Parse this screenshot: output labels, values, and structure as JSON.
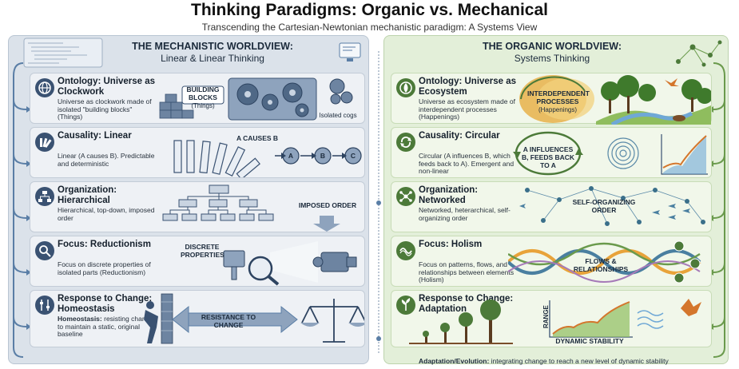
{
  "title": "Thinking Paradigms: Organic vs. Mechanical",
  "subtitle": "Transcending the Cartesian-Newtonian mechanistic paradigm: A Systems View",
  "mechanistic": {
    "heading": "THE MECHANISTIC WORLDVIEW:",
    "subheading": "Linear & Linear Thinking",
    "rows": [
      {
        "title": "Ontology: Universe as Clockwork",
        "desc": "Universe as clockwork made of isolated \"building blocks\" (Things)",
        "labels": {
          "blocks": "BUILDING BLOCKS",
          "things": "(Things)",
          "cogs": "Isolated cogs"
        }
      },
      {
        "title": "Causality: Linear",
        "desc": "Linear (A causes B). Predictable and deterministic",
        "labels": {
          "acausesb": "A CAUSES B",
          "a": "A",
          "b": "B",
          "c": "C"
        }
      },
      {
        "title": "Organization: Hierarchical",
        "desc": "Hierarchical, top-down, imposed order",
        "labels": {
          "imposed": "IMPOSED ORDER"
        }
      },
      {
        "title": "Focus: Reductionism",
        "desc": "Focus on discrete properties of isolated parts (Reductionism)",
        "labels": {
          "discrete": "DISCRETE PROPERTIES"
        }
      },
      {
        "title": "Response to Change: Homeostasis",
        "desc_bold": "Homeostasis:",
        "desc": " resisting change to maintain a static, original baseline",
        "labels": {
          "resistance": "RESISTANCE TO CHANGE"
        }
      }
    ]
  },
  "organic": {
    "heading": "THE ORGANIC WORLDVIEW:",
    "subheading": "Systems Thinking",
    "rows": [
      {
        "title": "Ontology: Universe as Ecosystem",
        "desc": "Universe as ecosystem made of interdependent processes (Happenings)",
        "labels": {
          "interdep": "INTERDEPENDENT PROCESSES",
          "happenings": "(Happenings)"
        }
      },
      {
        "title": "Causality: Circular",
        "desc": "Circular (A influences B, which feeds back to A). Emergent and non-linear",
        "labels": {
          "influences": "A INFLUENCES B, FEEDS BACK TO A"
        }
      },
      {
        "title": "Organization: Networked",
        "desc": "Networked, heterarchical, self-organizing order",
        "labels": {
          "selforg": "SELF-ORGANIZING ORDER"
        }
      },
      {
        "title": "Focus: Holism",
        "desc": "Focus on patterns, flows, and relationships between elements (Holism)",
        "labels": {
          "flows": "FLOWS & RELATIONSHIPS"
        }
      },
      {
        "title": "Response to Change: Adaptation",
        "desc": "",
        "labels": {
          "range": "RANGE",
          "dynamic": "DYNAMIC STABILITY"
        }
      }
    ],
    "bottom_bold": "Adaptation/Evolution:",
    "bottom_text": " integrating change to reach a new level of dynamic stability"
  },
  "colors": {
    "mech_panel": "#dbe2ea",
    "org_panel": "#e3efd9",
    "mech_icon": "#3a5272",
    "org_icon": "#4c7a39",
    "arrow_blue": "#5a7ea6",
    "arrow_green": "#6a9a4c"
  }
}
